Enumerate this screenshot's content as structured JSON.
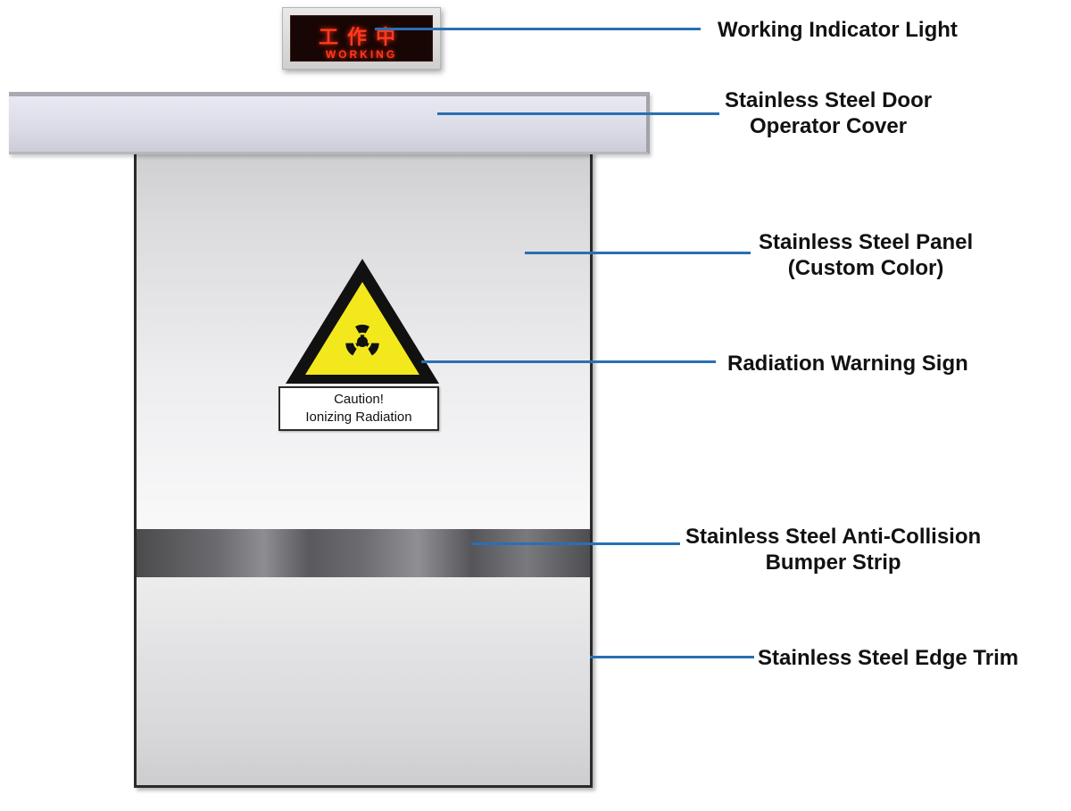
{
  "indicator": {
    "chinese_text": "工作中",
    "english_text": "WORKING"
  },
  "sign": {
    "caution_line1": "Caution!",
    "caution_line2": "Ionizing Radiation"
  },
  "callouts": [
    {
      "id": "indicator-light",
      "lines": [
        "Working Indicator Light"
      ]
    },
    {
      "id": "operator-cover",
      "lines": [
        "Stainless Steel Door",
        "Operator Cover"
      ]
    },
    {
      "id": "panel",
      "lines": [
        "Stainless Steel Panel",
        "(Custom Color)"
      ]
    },
    {
      "id": "warning-sign",
      "lines": [
        "Radiation Warning Sign"
      ]
    },
    {
      "id": "bumper-strip",
      "lines": [
        "Stainless Steel Anti-Collision",
        "Bumper Strip"
      ]
    },
    {
      "id": "edge-trim",
      "lines": [
        "Stainless Steel Edge Trim"
      ]
    }
  ],
  "colors": {
    "leader_line": "#2a6fb3",
    "indicator_text": "#ff3a1e",
    "sign_yellow": "#f3e81c",
    "sign_black": "#111111"
  }
}
